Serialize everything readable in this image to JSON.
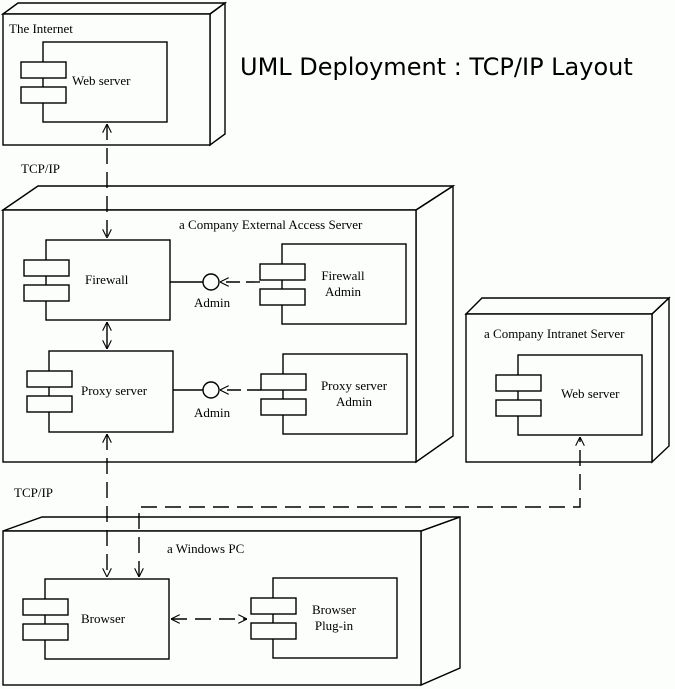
{
  "title": "UML Deployment : TCP/IP Layout",
  "nodes": {
    "internet": {
      "label": "The Internet",
      "components": {
        "web_server": "Web server"
      }
    },
    "external": {
      "label": "a Company External Access Server",
      "components": {
        "firewall": "Firewall",
        "firewall_admin_line1": "Firewall",
        "firewall_admin_line2": "Admin",
        "proxy": "Proxy server",
        "proxy_admin_line1": "Proxy server",
        "proxy_admin_line2": "Admin"
      },
      "interfaces": {
        "firewall_iface": "Admin",
        "proxy_iface": "Admin"
      }
    },
    "intranet": {
      "label": "a Company Intranet Server",
      "components": {
        "web_server": "Web server"
      }
    },
    "windows": {
      "label": "a Windows PC",
      "components": {
        "browser": "Browser",
        "plugin_line1": "Browser",
        "plugin_line2": "Plug-in"
      }
    }
  },
  "connections": {
    "internet_external": "TCP/IP",
    "external_windows": "TCP/IP"
  }
}
